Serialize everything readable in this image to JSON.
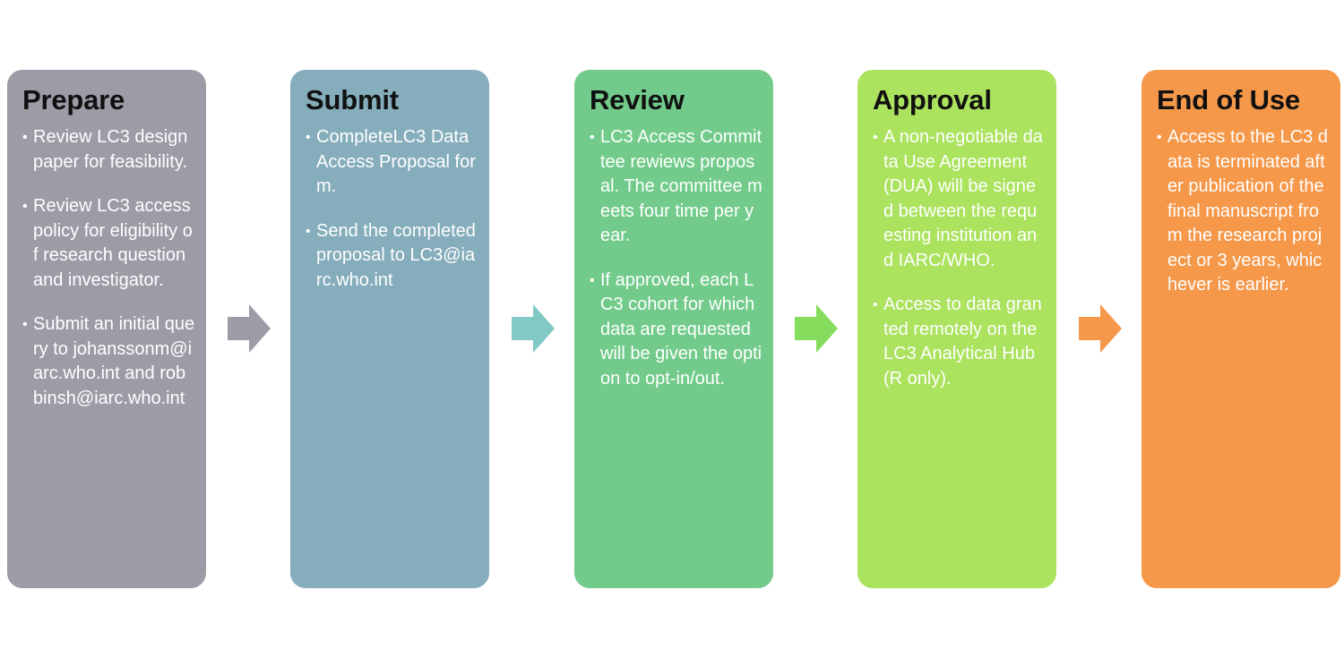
{
  "steps": [
    {
      "title": "Prepare",
      "color": "#9d9ba6",
      "items": [
        "Review LC3 design paper for feasibility.",
        "Review LC3 access policy for eligibility of research question and investigator.",
        "Submit an initial query to johanssonm@iarc.who.int and robbinsh@iarc.who.int"
      ]
    },
    {
      "title": "Submit",
      "color": "#85adbb",
      "items": [
        "CompleteLC3 Data Access Proposal form.",
        "Send the completed proposal to LC3@iarc.who.int"
      ]
    },
    {
      "title": "Review",
      "color": "#72cb8b",
      "items": [
        "LC3 Access Committee rewiews proposal. The committee meets four time per year.",
        "If approved, each LC3 cohort for which data are requested will be given the option to opt-in/out."
      ]
    },
    {
      "title": "Approval",
      "color": "#abe25e",
      "items": [
        "A non-negotiable data Use Agreement (DUA) will be signed between the requesting institution and IARC/WHO.",
        "Access to data granted remotely on the LC3 Analytical Hub (R only)."
      ]
    },
    {
      "title": "End of Use",
      "color": "#f5984a",
      "items": [
        "Access to the LC3 data is terminated after publication of the final manuscript from the research project or 3 years, whichever is earlier."
      ]
    }
  ],
  "arrows": [
    {
      "icon": "arrow-right-icon",
      "color": "#9d9ba6"
    },
    {
      "icon": "arrow-right-icon",
      "color": "#82c9c6"
    },
    {
      "icon": "arrow-right-icon",
      "color": "#86dc5c"
    },
    {
      "icon": "arrow-right-icon",
      "color": "#f5984a"
    }
  ]
}
